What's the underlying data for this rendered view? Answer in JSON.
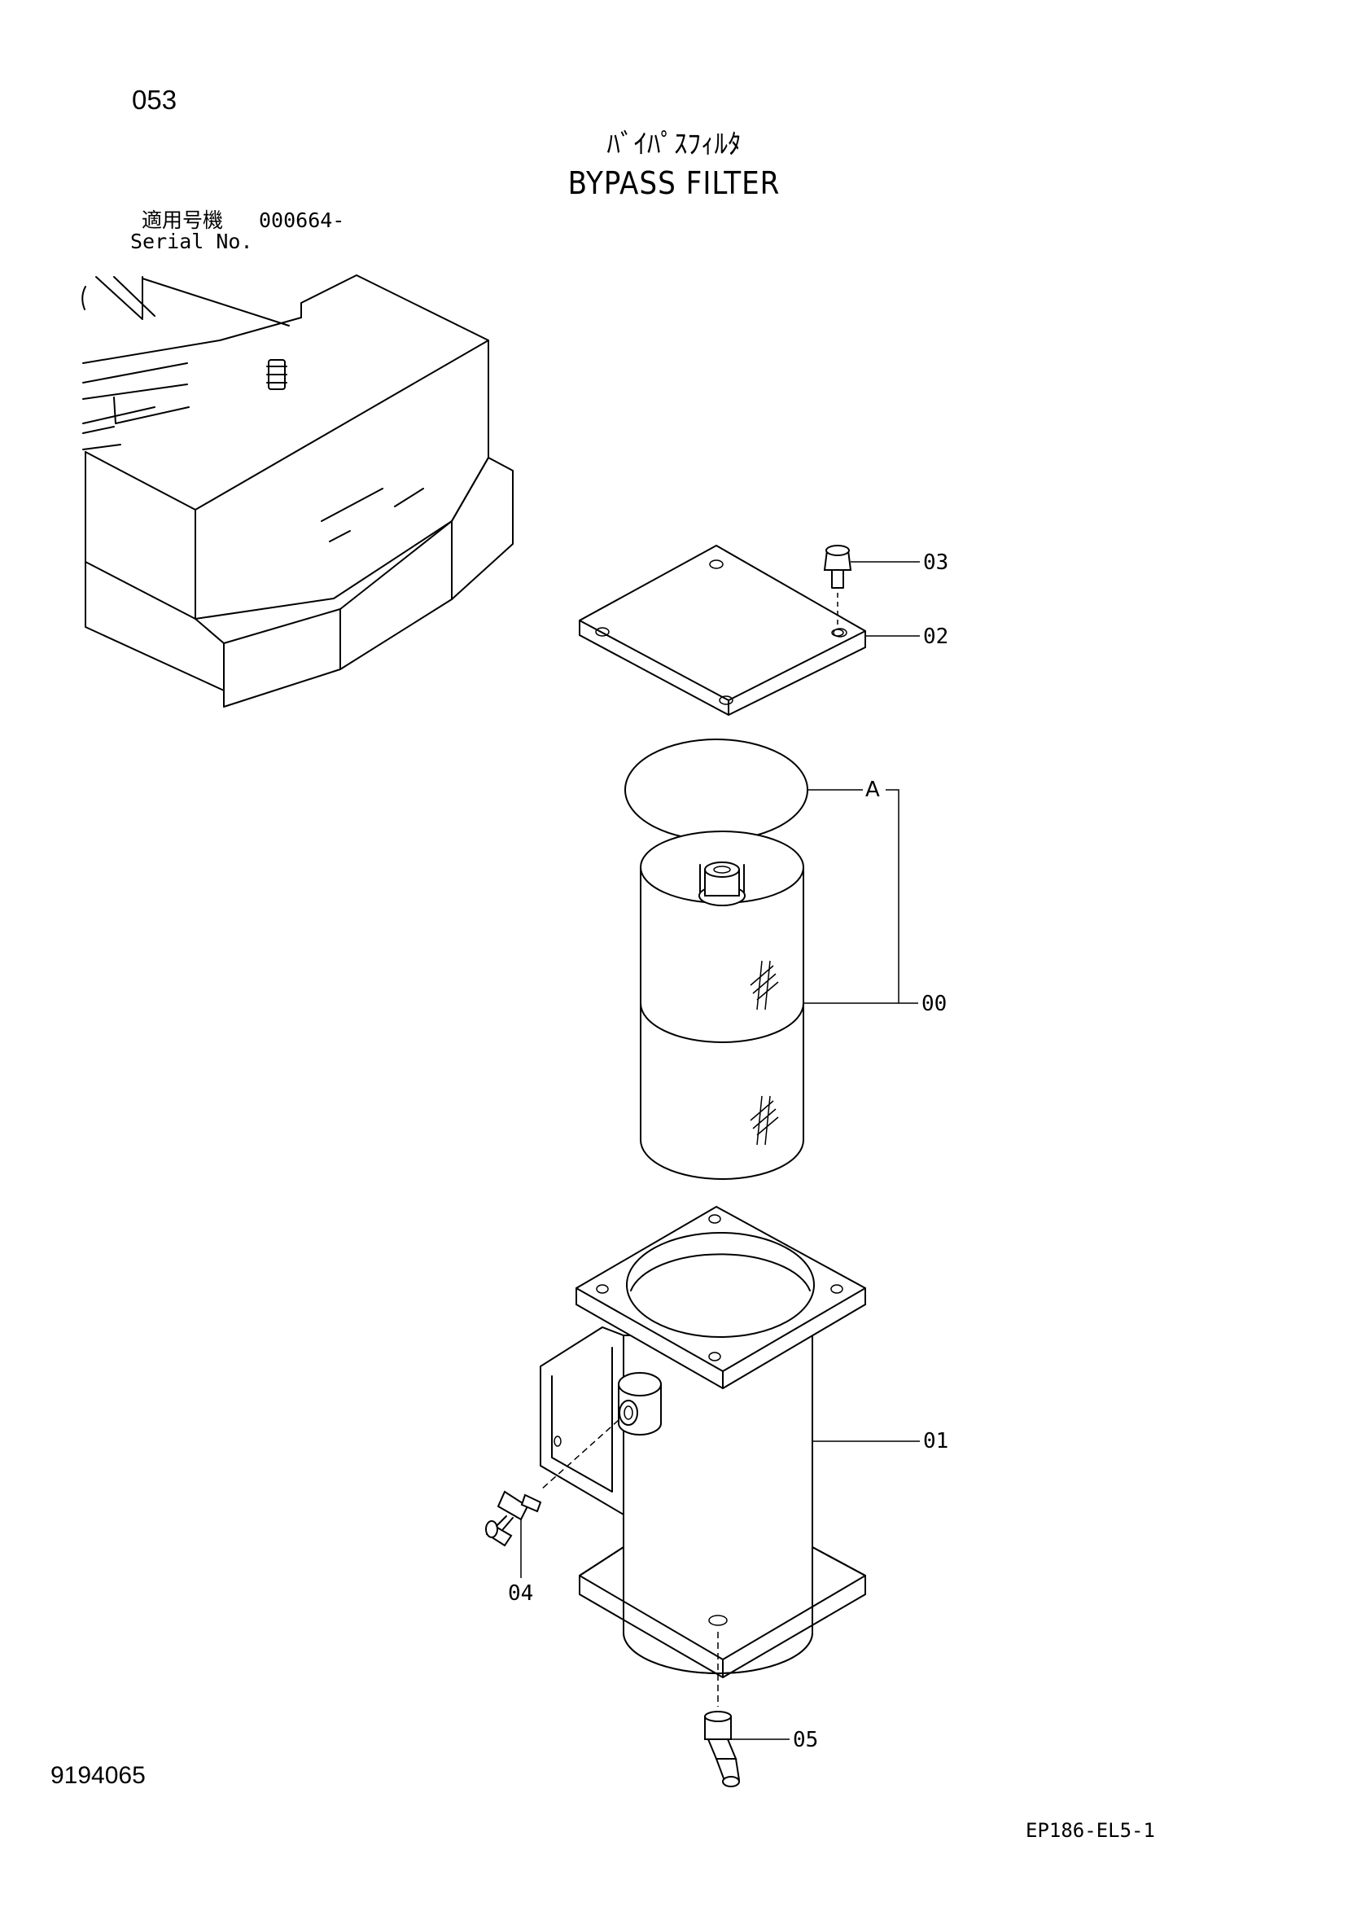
{
  "header": {
    "page_number": "053",
    "title_jp": "ﾊﾞｲﾊﾟｽﾌｨﾙﾀ",
    "title_en": "BYPASS FILTER",
    "serial_label_jp": "適用号機",
    "serial_value": "000664-",
    "serial_label_en": "Serial No."
  },
  "callouts": {
    "c03": "03",
    "c02": "02",
    "cA": "A",
    "c00": "00",
    "c01": "01",
    "c04": "04",
    "c05": "05"
  },
  "footer": {
    "document_number": "9194065",
    "figure_code": "EP186-EL5-1"
  }
}
